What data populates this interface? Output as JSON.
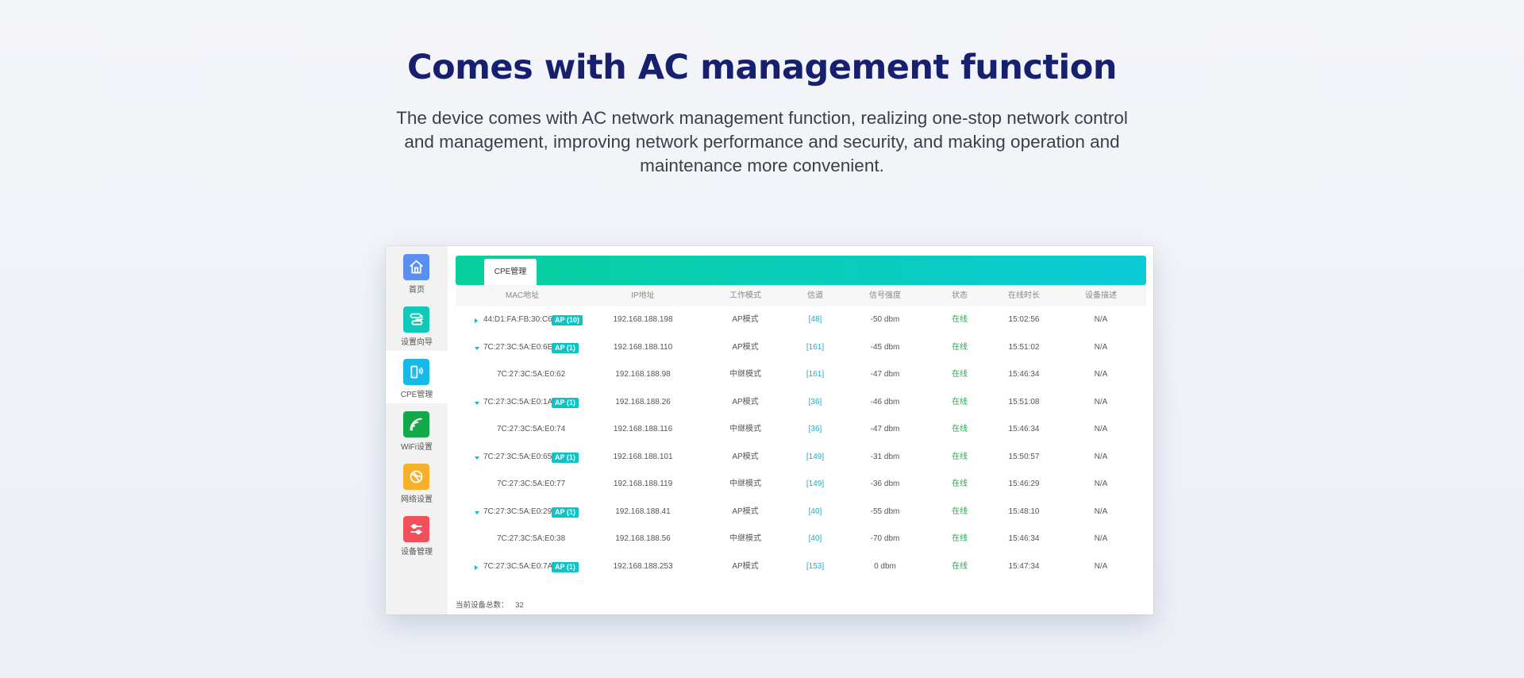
{
  "hero": {
    "title": "Comes with AC management function",
    "description": "The device comes with AC network management function, realizing one-stop network control and management, improving network performance and security, and making operation and maintenance more convenient."
  },
  "sidebar": {
    "items": [
      {
        "label": "首页",
        "icon": "home-icon",
        "color": "#5a8ff0"
      },
      {
        "label": "设置向导",
        "icon": "wizard-icon",
        "color": "#11c9b8"
      },
      {
        "label": "CPE管理",
        "icon": "cpe-icon",
        "color": "#17b9e6",
        "active": true
      },
      {
        "label": "WiFi设置",
        "icon": "wifi-icon",
        "color": "#14a84b"
      },
      {
        "label": "网络设置",
        "icon": "network-icon",
        "color": "#f6b02b"
      },
      {
        "label": "设备管理",
        "icon": "device-settings-icon",
        "color": "#f0505a"
      }
    ]
  },
  "tabs": {
    "active": "CPE管理"
  },
  "table": {
    "columns": [
      "MAC地址",
      "IP地址",
      "工作模式",
      "信道",
      "信号强度",
      "状态",
      "在线时长",
      "设备描述"
    ],
    "rows": [
      {
        "mac": "44:D1:FA:FB:30:C6",
        "expand": "collapsed",
        "badge": "AP (10)",
        "ip": "192.168.188.198",
        "mode": "AP模式",
        "channel": "[48]",
        "signal": "-50 dbm",
        "status": "在线",
        "uptime": "15:02:56",
        "desc": "N/A"
      },
      {
        "mac": "7C:27:3C:5A:E0:6E",
        "expand": "expanded",
        "badge": "AP (1)",
        "ip": "192.168.188.110",
        "mode": "AP模式",
        "channel": "[161]",
        "signal": "-45 dbm",
        "status": "在线",
        "uptime": "15:51:02",
        "desc": "N/A"
      },
      {
        "mac": "7C:27:3C:5A:E0:62",
        "expand": "child",
        "badge": "",
        "ip": "192.168.188.98",
        "mode": "中继模式",
        "channel": "[161]",
        "signal": "-47 dbm",
        "status": "在线",
        "uptime": "15:46:34",
        "desc": "N/A"
      },
      {
        "mac": "7C:27:3C:5A:E0:1A",
        "expand": "expanded",
        "badge": "AP (1)",
        "ip": "192.168.188.26",
        "mode": "AP模式",
        "channel": "[36]",
        "signal": "-46 dbm",
        "status": "在线",
        "uptime": "15:51:08",
        "desc": "N/A"
      },
      {
        "mac": "7C:27:3C:5A:E0:74",
        "expand": "child",
        "badge": "",
        "ip": "192.168.188.116",
        "mode": "中继模式",
        "channel": "[36]",
        "signal": "-47 dbm",
        "status": "在线",
        "uptime": "15:46:34",
        "desc": "N/A"
      },
      {
        "mac": "7C:27:3C:5A:E0:65",
        "expand": "expanded",
        "badge": "AP (1)",
        "ip": "192.168.188.101",
        "mode": "AP模式",
        "channel": "[149]",
        "signal": "-31 dbm",
        "status": "在线",
        "uptime": "15:50:57",
        "desc": "N/A"
      },
      {
        "mac": "7C:27:3C:5A:E0:77",
        "expand": "child",
        "badge": "",
        "ip": "192.168.188.119",
        "mode": "中继模式",
        "channel": "[149]",
        "signal": "-36 dbm",
        "status": "在线",
        "uptime": "15:46:29",
        "desc": "N/A"
      },
      {
        "mac": "7C:27:3C:5A:E0:29",
        "expand": "expanded",
        "badge": "AP (1)",
        "ip": "192.168.188.41",
        "mode": "AP模式",
        "channel": "[40]",
        "signal": "-55 dbm",
        "status": "在线",
        "uptime": "15:48:10",
        "desc": "N/A"
      },
      {
        "mac": "7C:27:3C:5A:E0:38",
        "expand": "child",
        "badge": "",
        "ip": "192.168.188.56",
        "mode": "中继模式",
        "channel": "[40]",
        "signal": "-70 dbm",
        "status": "在线",
        "uptime": "15:46:34",
        "desc": "N/A"
      },
      {
        "mac": "7C:27:3C:5A:E0:7A",
        "expand": "collapsed",
        "badge": "AP (1)",
        "ip": "192.168.188.253",
        "mode": "AP模式",
        "channel": "[153]",
        "signal": "0 dbm",
        "status": "在线",
        "uptime": "15:47:34",
        "desc": "N/A"
      }
    ]
  },
  "footer": {
    "total_label": "当前设备总数：",
    "total_value": "32"
  },
  "colors": {
    "title": "#16206e",
    "tab_gradient_start": "#08cf9c",
    "tab_gradient_end": "#0acbd6",
    "badge": "#0cc3c8",
    "online": "#1bb24a",
    "channel": "#15b0cf"
  }
}
